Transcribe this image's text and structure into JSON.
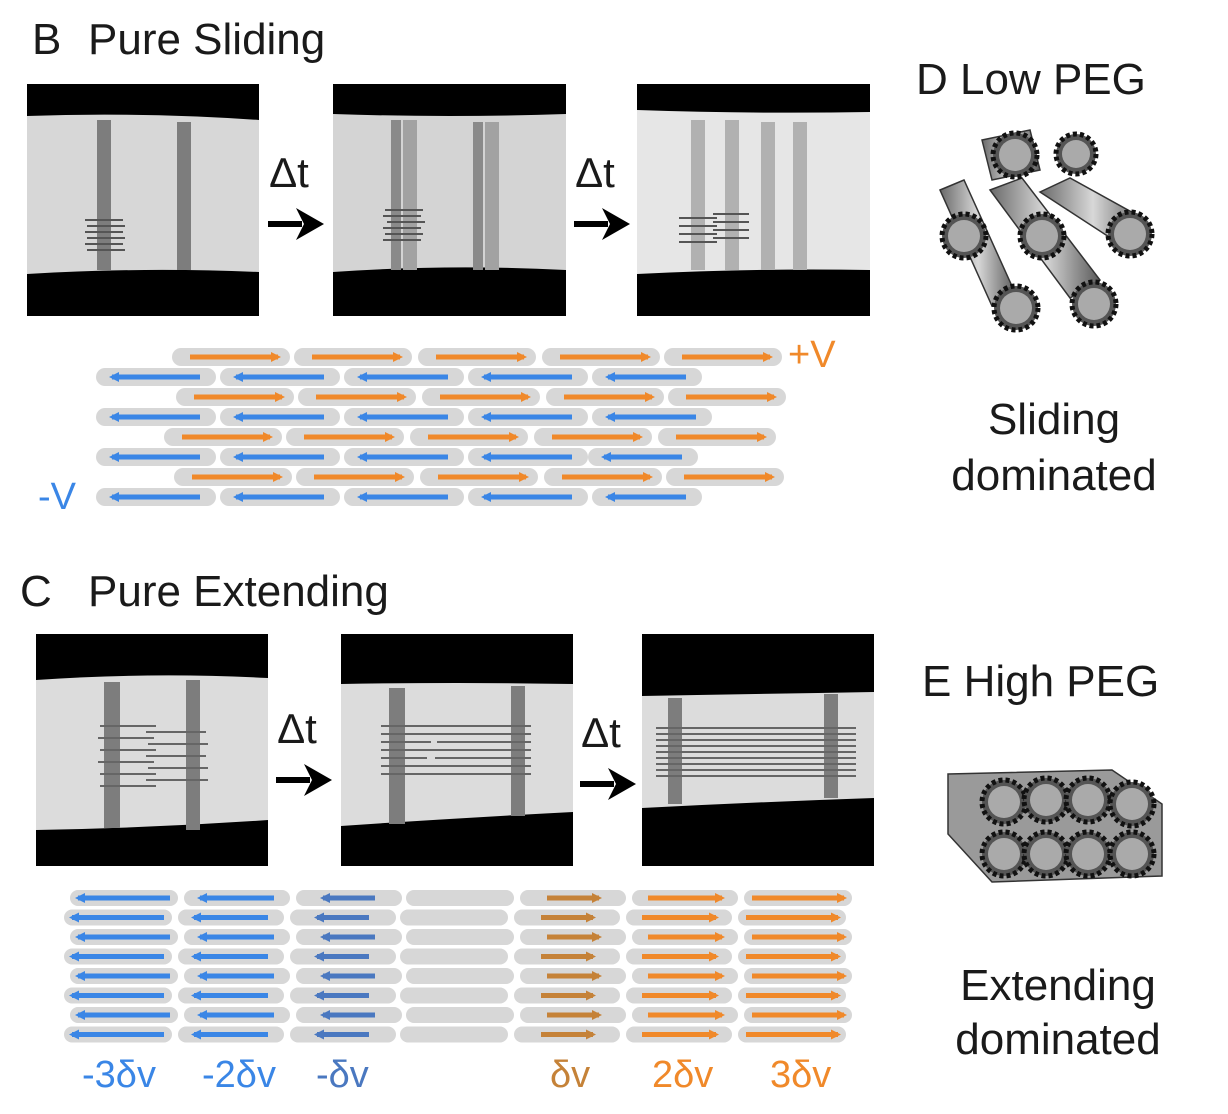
{
  "panel_b": {
    "letter": "B",
    "title": "Pure Sliding",
    "plus_label": "+V",
    "minus_label": "-V"
  },
  "panel_c": {
    "letter": "C",
    "title": "Pure Extending",
    "velocity_labels": [
      "-3δv",
      "-2δv",
      "-δv",
      "δv",
      "2δv",
      "3δv"
    ]
  },
  "panel_d": {
    "title": "D  Low PEG",
    "caption_line1": "Sliding",
    "caption_line2": "dominated"
  },
  "panel_e": {
    "title": "E High PEG",
    "caption_line1": "Extending",
    "caption_line2": "dominated"
  },
  "time_step": "Δt",
  "colors": {
    "orange": "#f0892a",
    "blue": "#3a86e6",
    "dark_orange": "#c58238",
    "dark_blue": "#4a78c0",
    "gray_bar": "#d7d7d7"
  }
}
